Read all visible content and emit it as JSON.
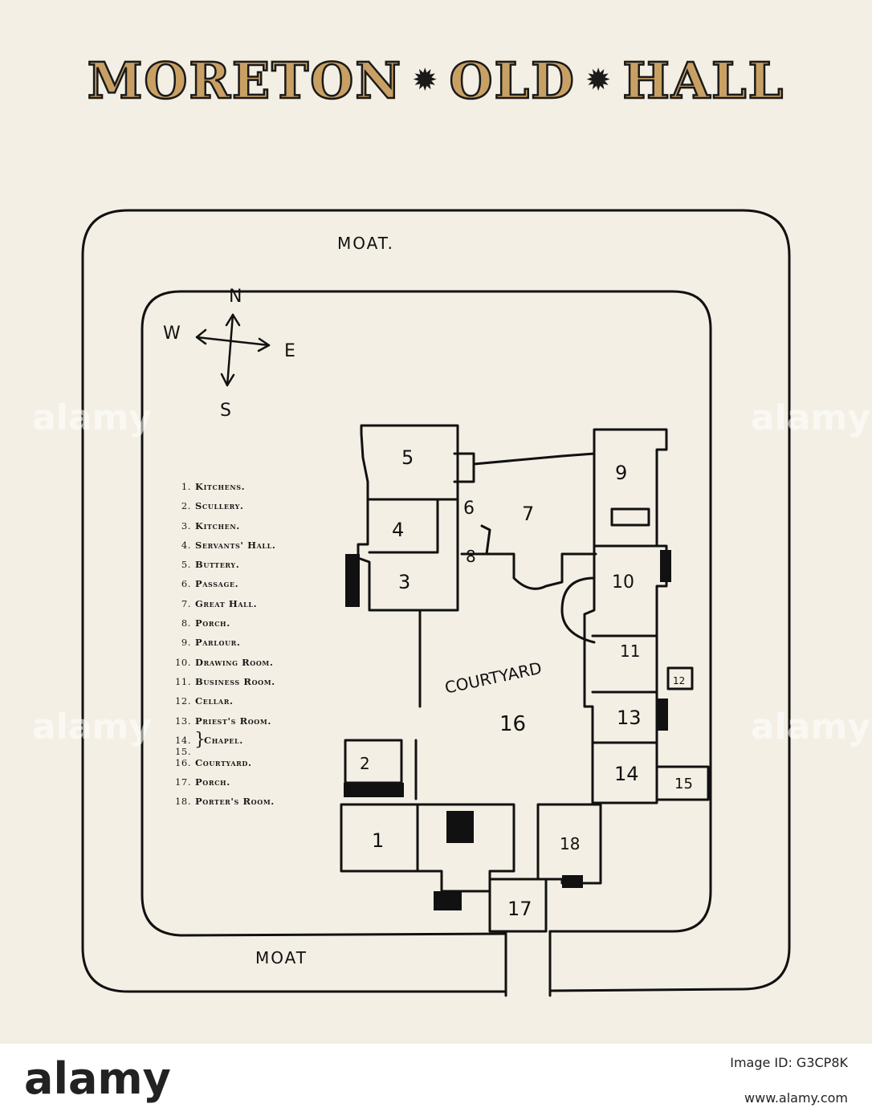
{
  "title": "MORETON OLD HALL",
  "title_words": [
    "MORETON",
    "OLD",
    "HALL"
  ],
  "colors": {
    "paper": "#f3efe4",
    "ink": "#111111",
    "title_fill": "#c9a064"
  },
  "map": {
    "moat_top": "MOAT.",
    "moat_bottom": "MOAT",
    "courtyard": "COURTYARD",
    "compass": {
      "n": "N",
      "s": "S",
      "e": "E",
      "w": "W"
    },
    "room_numbers": [
      "1",
      "2",
      "3",
      "4",
      "5",
      "6",
      "7",
      "8",
      "9",
      "10",
      "11",
      "12",
      "13",
      "14",
      "15",
      "16",
      "17",
      "18"
    ]
  },
  "legend": [
    {
      "num": "1.",
      "label": "Kitchens."
    },
    {
      "num": "2.",
      "label": "Scullery."
    },
    {
      "num": "3.",
      "label": "Kitchen."
    },
    {
      "num": "4.",
      "label": "Servants' Hall."
    },
    {
      "num": "5.",
      "label": "Buttery."
    },
    {
      "num": "6.",
      "label": "Passage."
    },
    {
      "num": "7.",
      "label": "Great Hall."
    },
    {
      "num": "8.",
      "label": "Porch."
    },
    {
      "num": "9.",
      "label": "Parlour."
    },
    {
      "num": "10.",
      "label": "Drawing Room."
    },
    {
      "num": "11.",
      "label": "Business Room."
    },
    {
      "num": "12.",
      "label": "Cellar."
    },
    {
      "num": "13.",
      "label": "Priest's Room."
    }
  ],
  "legend_chapel": {
    "num_a": "14.",
    "num_b": "15.",
    "brace": "}",
    "label": "Chapel."
  },
  "legend_tail": [
    {
      "num": "16.",
      "label": "Courtyard."
    },
    {
      "num": "17.",
      "label": "Porch."
    },
    {
      "num": "18.",
      "label": "Porter's Room."
    }
  ],
  "watermark": "alamy",
  "footer": {
    "brand": "alamy",
    "image_id_label": "Image ID: G3CP8K",
    "site": "www.alamy.com"
  }
}
